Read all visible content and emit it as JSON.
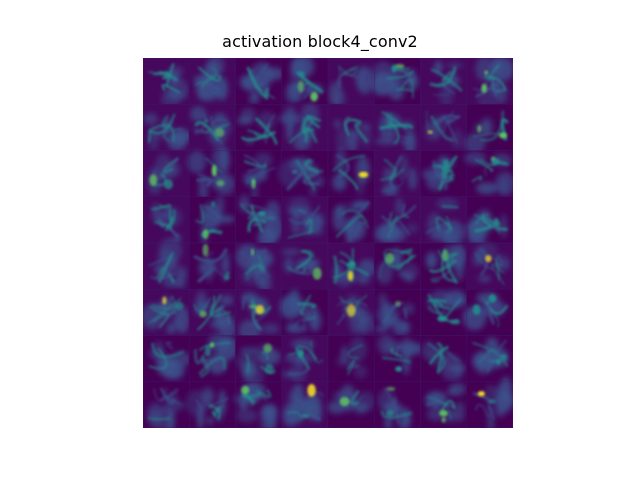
{
  "figure": {
    "title": "activation block4_conv2"
  },
  "grid": {
    "rows": 8,
    "cols": 8,
    "colormap": [
      "#440154",
      "#3b528b",
      "#21918c",
      "#5ec962",
      "#fde725"
    ]
  }
}
